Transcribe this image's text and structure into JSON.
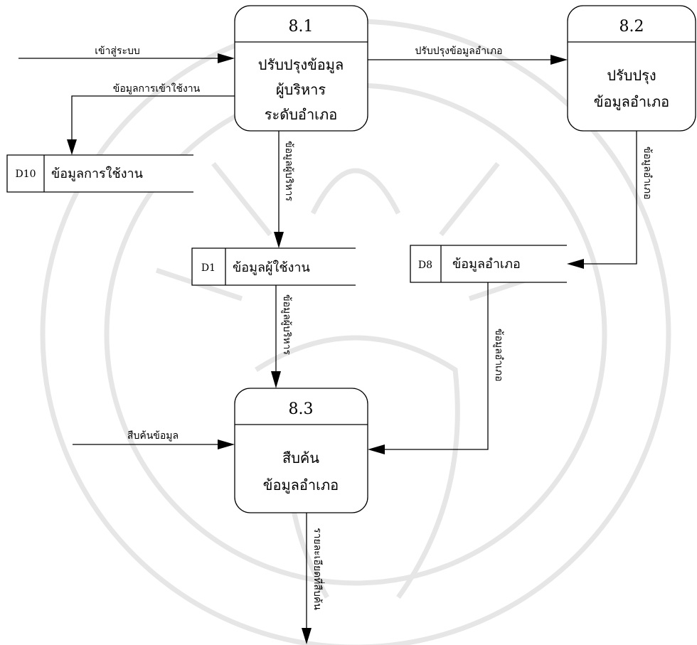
{
  "processes": {
    "p81": {
      "number": "8.1",
      "line1": "ปรับปรุงข้อมูล",
      "line2": "ผู้บริหาร",
      "line3": "ระดับอำเภอ"
    },
    "p82": {
      "number": "8.2",
      "line1": "ปรับปรุง",
      "line2": "ข้อมูลอำเภอ"
    },
    "p83": {
      "number": "8.3",
      "line1": "สืบค้น",
      "line2": "ข้อมูลอำเภอ"
    }
  },
  "stores": {
    "d10": {
      "id": "D10",
      "name": "ข้อมูลการใช้งาน"
    },
    "d1": {
      "id": "D1",
      "name": "ข้อมูลผู้ใช้งาน"
    },
    "d8": {
      "id": "D8",
      "name": "ข้อมูลอำเภอ"
    }
  },
  "flows": {
    "login": "เข้าสู่ระบบ",
    "usage_info": "ข้อมูลการเข้าใช้งาน",
    "update_district": "ปรับปรุงข้อมูลอำเภอ",
    "exec_info_to_d1": "ข้อมูลผู้บริหาร",
    "district_info_to_d8": "ข้อมูลอำเภอ",
    "exec_info_from_d1": "ข้อมูลผู้บริหาร",
    "district_info_from_d8": "ข้อมูลอำเภอ",
    "search_input": "สืบค้นข้อมูล",
    "search_result": "รายละเอียดที่สืบค้น"
  }
}
